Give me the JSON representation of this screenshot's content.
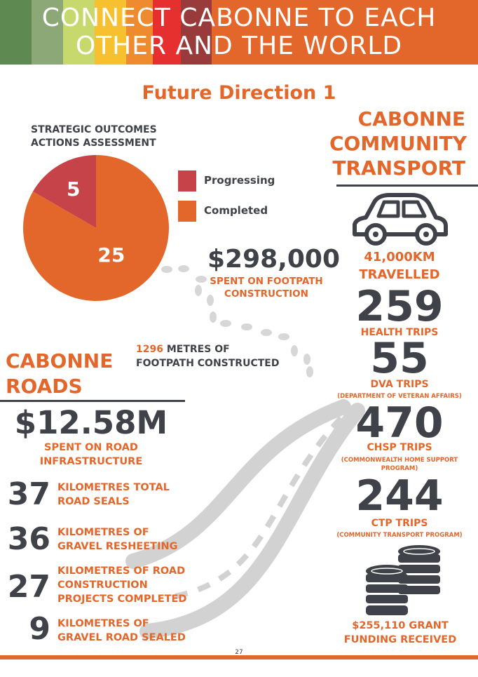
{
  "header": {
    "title_line1": "CONNECT CABONNE TO EACH",
    "title_line2": "OTHER AND THE WORLD",
    "stripe_colors": [
      "#5e8a52",
      "#8da877",
      "#c7d86c",
      "#f7c02f",
      "#ef8b2f",
      "#e5302f",
      "#9a3b3b"
    ]
  },
  "future_direction": "Future Direction 1",
  "pie": {
    "title_line1": "STRATEGIC OUTCOMES",
    "title_line2": "ACTIONS ASSESSMENT",
    "slices": [
      {
        "label": "Progressing",
        "value": 5,
        "color": "#c6434a"
      },
      {
        "label": "Completed",
        "value": 25,
        "color": "#e3662a"
      }
    ]
  },
  "footpath": {
    "spent_amount": "$298,000",
    "spent_line1": "SPENT ON FOOTPATH",
    "spent_line2": "CONSTRUCTION",
    "metres_num": "1296",
    "metres_line1_rest": "METRES OF",
    "metres_line2": "FOOTPATH CONSTRUCTED"
  },
  "transport": {
    "heading_line1": "CABONNE",
    "heading_line2": "COMMUNITY",
    "heading_line3": "TRANSPORT",
    "km": "41,000KM",
    "km_label": "TRAVELLED",
    "stats": [
      {
        "num": "259",
        "label": "HEALTH TRIPS",
        "sub": ""
      },
      {
        "num": "55",
        "label": "DVA TRIPS",
        "sub": "(DEPARTMENT OF VETERAN AFFAIRS)"
      },
      {
        "num": "470",
        "label": "CHSP TRIPS",
        "sub": "(COMMONWEALTH HOME SUPPORT",
        "sub2": "PROGRAM)"
      },
      {
        "num": "244",
        "label": "CTP TRIPS",
        "sub": "(COMMUNITY TRANSPORT PROGRAM)"
      }
    ],
    "grant_line1": "$255,110 GRANT",
    "grant_line2": "FUNDING RECEIVED"
  },
  "roads": {
    "heading_line1": "CABONNE",
    "heading_line2": "ROADS",
    "spent_amount": "$12.58M",
    "spent_line1": "SPENT ON ROAD",
    "spent_line2": "INFRASTRUCTURE",
    "stats": [
      {
        "num": "37",
        "line1": "KILOMETRES TOTAL",
        "line2": "ROAD SEALS",
        "line3": ""
      },
      {
        "num": "36",
        "line1": "KILOMETRES OF",
        "line2": "GRAVEL RESHEETING",
        "line3": ""
      },
      {
        "num": "27",
        "line1": "KILOMETRES OF ROAD",
        "line2": "CONSTRUCTION",
        "line3": "PROJECTS COMPLETED"
      },
      {
        "num": "9",
        "line1": "KILOMETRES OF",
        "line2": "GRAVEL ROAD SEALED",
        "line3": ""
      }
    ]
  },
  "page_number": "27"
}
